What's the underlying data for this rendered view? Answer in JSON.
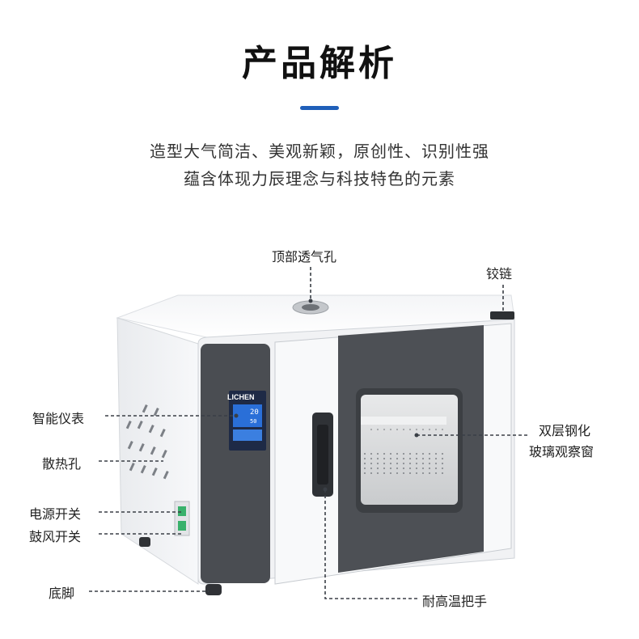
{
  "header": {
    "title": "产品解析",
    "subtitle_line1": "造型大气简洁、美观新颖，原创性、识别性强",
    "subtitle_line2": "蕴含体现力辰理念与科技特色的元素"
  },
  "product": {
    "brand": "LICHEN",
    "display_top": "20",
    "display_bottom": "50"
  },
  "labels": {
    "top_vent": "顶部透气孔",
    "hinge": "铰链",
    "smart_meter": "智能仪表",
    "heat_vents": "散热孔",
    "power_switch": "电源开关",
    "blower_switch": "鼓风开关",
    "feet": "底脚",
    "window_line1": "双层钢化",
    "window_line2": "玻璃观察窗",
    "handle": "耐高温把手"
  },
  "colors": {
    "accent": "#1f5fb9",
    "panel_dark": "#4a4d52",
    "display_blue": "#2a6fd8"
  }
}
